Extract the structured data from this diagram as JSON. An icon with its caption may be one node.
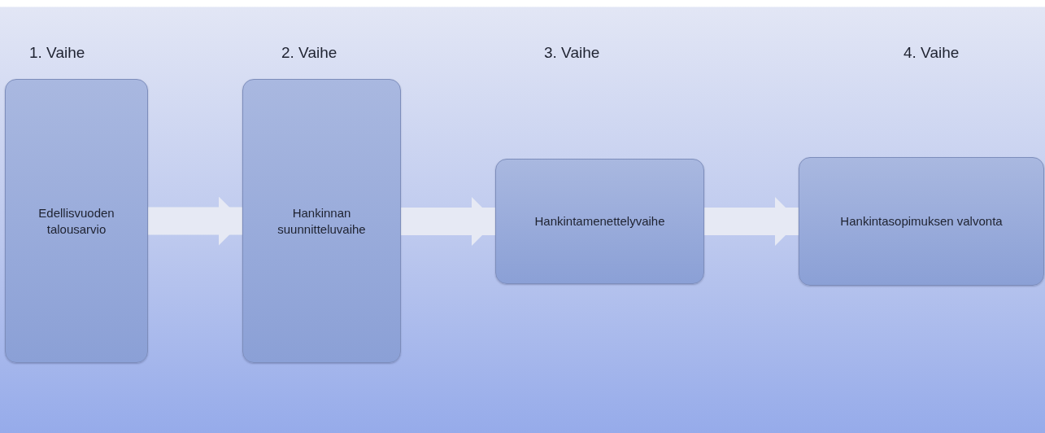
{
  "diagram": {
    "nodes": [
      {
        "text": [
          "Edellisvuoden talousarvio"
        ]
      },
      {
        "text": [
          "Hankinnan suunnitteluvaihe"
        ]
      },
      {
        "text": [
          "Hankintamenettelyvaihe"
        ]
      },
      {
        "text": [
          "Hankintasopimuksen valvonta"
        ]
      }
    ],
    "edges": [
      {
        "from": 0,
        "to": 1,
        "arrow": "to"
      },
      {
        "from": 1,
        "to": 2,
        "arrow": "to"
      },
      {
        "from": 2,
        "to": 3,
        "arrow": "to"
      }
    ],
    "labels": [
      "1. Vaihe",
      "2. Vaihe",
      "3. Vaihe",
      "4. Vaihe"
    ]
  }
}
